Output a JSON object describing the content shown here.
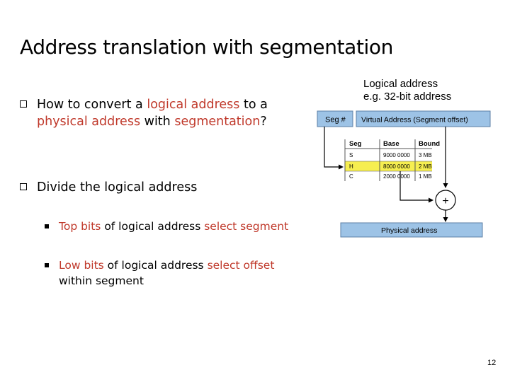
{
  "title": "Address translation with segmentation",
  "bullets": [
    {
      "parts": [
        {
          "text": "How to convert a ",
          "red": false
        },
        {
          "text": "logical address",
          "red": true
        },
        {
          "text": " to a",
          "red": false
        }
      ],
      "parts2": [
        {
          "text": "physical address",
          "red": true
        },
        {
          "text": " with ",
          "red": false
        },
        {
          "text": "segmentation",
          "red": true
        },
        {
          "text": "?",
          "red": false
        }
      ]
    },
    {
      "text": "Divide the logical address"
    }
  ],
  "subbullets": [
    {
      "parts": [
        {
          "text": "Top bits",
          "red": true
        },
        {
          "text": " of logical address ",
          "red": false
        },
        {
          "text": "select segment",
          "red": true
        }
      ]
    },
    {
      "parts": [
        {
          "text": "Low bits",
          "red": true
        },
        {
          "text": " of logical address ",
          "red": false
        },
        {
          "text": "select offset",
          "red": true
        }
      ],
      "line2": "within segment"
    }
  ],
  "annotation": {
    "line1": "Logical address",
    "line2": "e.g. 32-bit address"
  },
  "diagram": {
    "seg_label": "Seg #",
    "virtual_label": "Virtual Address (Segment offset)",
    "table_headers": [
      "Seg",
      "Base",
      "Bound"
    ],
    "table_rows": [
      [
        "S",
        "9000 0000",
        "3 MB"
      ],
      [
        "H",
        "8000 0000",
        "2 MB"
      ],
      [
        "C",
        "2000 0000",
        "1 MB"
      ]
    ],
    "highlighted_row": 1,
    "plus": "+",
    "physical_label": "Physical address",
    "colors": {
      "bar": "#9dc3e6",
      "bar_border": "#5b7fa6",
      "highlight": "#f6ee50"
    }
  },
  "page_number": "12"
}
